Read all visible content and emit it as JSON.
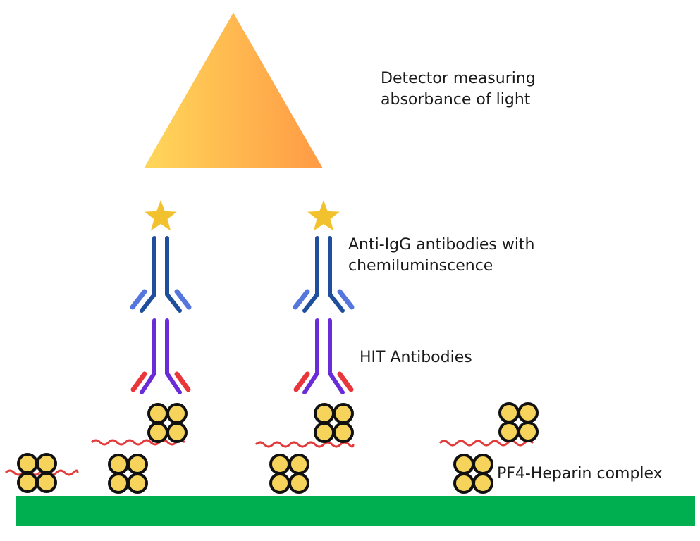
{
  "labels": {
    "detector_line1": "Detector measuring",
    "detector_line2": "absorbance of light",
    "anti_igg_line1": "Anti-IgG antibodies with",
    "anti_igg_line2": "chemiluminscence",
    "hit": "HIT Antibodies",
    "pf4": "PF4-Heparin complex"
  },
  "colors": {
    "surface": "#00b050",
    "triangle_start": "#ffd75a",
    "triangle_end": "#ff9a45",
    "star": "#f2c12e",
    "igg_dark": "#1f4e9c",
    "igg_light": "#5577dd",
    "hit_purple": "#6a2bd9",
    "hit_red": "#e8363b",
    "pf4_fill": "#f6d35b",
    "pf4_stroke": "#111111",
    "heparin": "#e23b3b"
  }
}
